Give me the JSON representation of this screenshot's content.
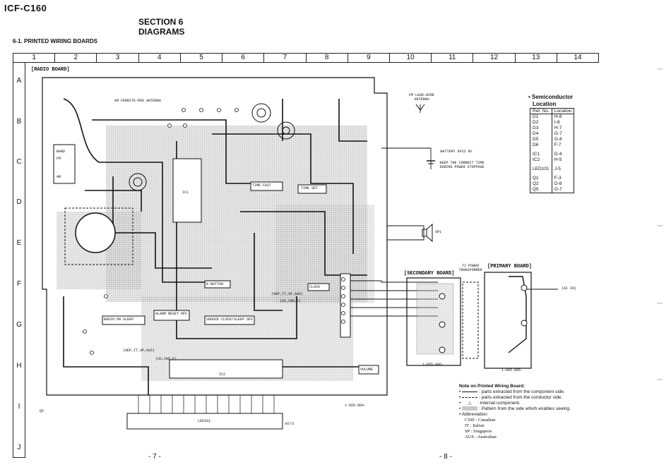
{
  "header": {
    "model": "ICF-C160",
    "section_line1": "SECTION 6",
    "section_line2": "DIAGRAMS",
    "subsection": "6-1.  PRINTED WIRING BOARDS"
  },
  "grid": {
    "columns": [
      "1",
      "2",
      "3",
      "4",
      "5",
      "6",
      "7",
      "8",
      "9",
      "10",
      "11",
      "12",
      "13",
      "14"
    ],
    "rows": [
      "A",
      "B",
      "C",
      "D",
      "E",
      "F",
      "G",
      "H",
      "I",
      "J"
    ]
  },
  "boards": {
    "radio": "[RADIO BOARD]",
    "secondary": "[SECONDARY BOARD]",
    "primary": "[PRIMARY BOARD]"
  },
  "labels": {
    "am_antenna": "AM FERRITE-ROD ANTENNA",
    "fm_antenna": "FM LEAD-WIRE ANTENNA",
    "battery": "BATTERY 6F22 9V",
    "battery_note": "KEEP THE CORRECT TIME DURING POWER STOPPAGE",
    "sp": "SP1",
    "transformer": "T2 POWER TRANSFORMER",
    "ac_in": "(AC IN)",
    "ic1": "IC1",
    "ic2": "IC2",
    "led": "LED101",
    "lcd": "LED101",
    "band": "BAND",
    "fm": "FM",
    "am": "AM",
    "time_set": "TIME SET",
    "time_fast": "TIME FAST",
    "r_button": "R BUTTON",
    "alarm_reset": "ALARM RESET OFF",
    "snooze": "SNOOZE CLOCK/SLEEP OFF",
    "radio_on": "RADIO ON SLEEP",
    "clock": "CLOCK",
    "volume": "VOLUME",
    "region_a": "(AEP,IT,SP,AUS)",
    "region_b": "(US,CND,E)",
    "board_no_radio": "1-665-904-",
    "board_no_sec": "1-665-906-",
    "board_no_pri": "1-665-905-",
    "q5": "Q5",
    "ws": "W7/3",
    "page_left": "- 7 -",
    "page_right": "- 8 -"
  },
  "semiconductor": {
    "title_line1": "• Semiconductor",
    "title_line2": "Location",
    "col_ref": "Ref. No.",
    "col_loc": "Location",
    "rows": [
      {
        "ref": "D1",
        "loc": "H-8"
      },
      {
        "ref": "D2",
        "loc": "I-8"
      },
      {
        "ref": "D3",
        "loc": "H-7"
      },
      {
        "ref": "D4",
        "loc": "G-7"
      },
      {
        "ref": "D5",
        "loc": "G-8"
      },
      {
        "ref": "D6",
        "loc": "F-7"
      },
      {
        "ref": "IC1",
        "loc": "D-4"
      },
      {
        "ref": "IC2",
        "loc": "H-5"
      },
      {
        "ref": "LED101",
        "loc": "J-5"
      },
      {
        "ref": "Q1",
        "loc": "F-3"
      },
      {
        "ref": "Q2",
        "loc": "D-8"
      },
      {
        "ref": "Q5",
        "loc": "G-7"
      }
    ]
  },
  "note": {
    "title": "Note on Printed Wiring Board:",
    "items": [
      ": parts extracted from the component side.",
      ": parts extracted from the conductor side.",
      ": internal component.",
      ": Pattern from the side which enables seeing.",
      "Abbreviation"
    ],
    "abbr": [
      "CND : Canadian",
      "IT   : Italian",
      "SP   : Singapore",
      "AUS : Australian"
    ]
  }
}
